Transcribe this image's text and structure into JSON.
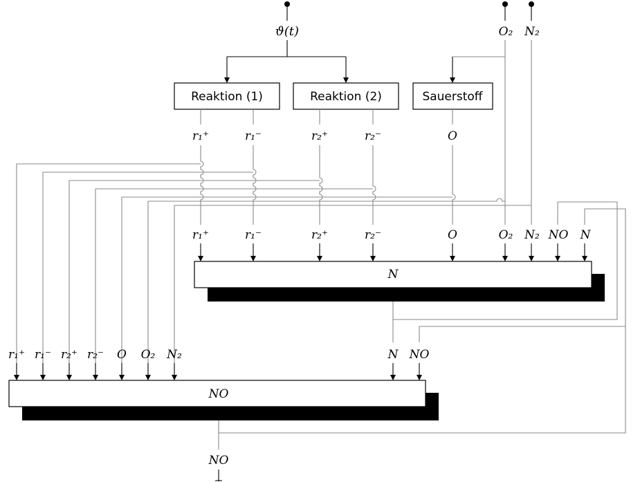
{
  "source": {
    "label": "ϑ(t)"
  },
  "gas_inputs": [
    {
      "label": "O₂"
    },
    {
      "label": "N₂"
    }
  ],
  "blocks": [
    {
      "label": "Reaktion (1)"
    },
    {
      "label": "Reaktion (2)"
    },
    {
      "label": "Sauerstoff"
    }
  ],
  "block_outputs": [
    {
      "label": "r₁⁺"
    },
    {
      "label": "r₁⁻"
    },
    {
      "label": "r₂⁺"
    },
    {
      "label": "r₂⁻"
    },
    {
      "label": "O"
    }
  ],
  "n_module": {
    "label": "N",
    "inputs": [
      {
        "label": "r₁⁺"
      },
      {
        "label": "r₁⁻"
      },
      {
        "label": "r₂⁺"
      },
      {
        "label": "r₂⁻"
      },
      {
        "label": "O"
      },
      {
        "label": "O₂"
      },
      {
        "label": "N₂"
      },
      {
        "label": "NO"
      },
      {
        "label": "N"
      }
    ]
  },
  "no_module": {
    "label": "NO",
    "inputs": [
      {
        "label": "r₁⁺"
      },
      {
        "label": "r₁⁻"
      },
      {
        "label": "r₂⁺"
      },
      {
        "label": "r₂⁻"
      },
      {
        "label": "O"
      },
      {
        "label": "O₂"
      },
      {
        "label": "N₂"
      },
      {
        "label": "N"
      },
      {
        "label": "NO"
      }
    ]
  },
  "final_output": {
    "label": "NO"
  }
}
